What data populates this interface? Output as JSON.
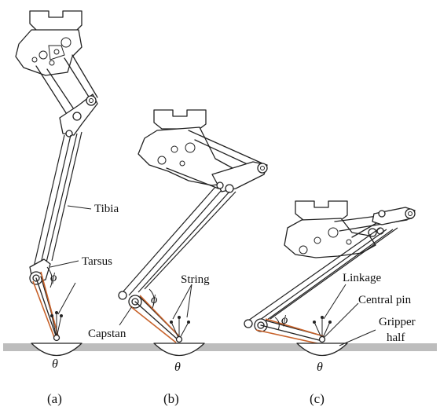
{
  "labels": {
    "tibia": "Tibia",
    "tarsus": "Tarsus",
    "string": "String",
    "capstan": "Capstan",
    "linkage": "Linkage",
    "central_pin": "Central pin",
    "gripper_line1": "Gripper",
    "gripper_line2": "half",
    "phi": "ϕ",
    "theta": "θ"
  },
  "panels": [
    {
      "caption": "(a)"
    },
    {
      "caption": "(b)"
    },
    {
      "caption": "(c)"
    }
  ],
  "colors": {
    "string": "#c8622a",
    "ground": "#bdbdbd",
    "ink": "#222222"
  }
}
